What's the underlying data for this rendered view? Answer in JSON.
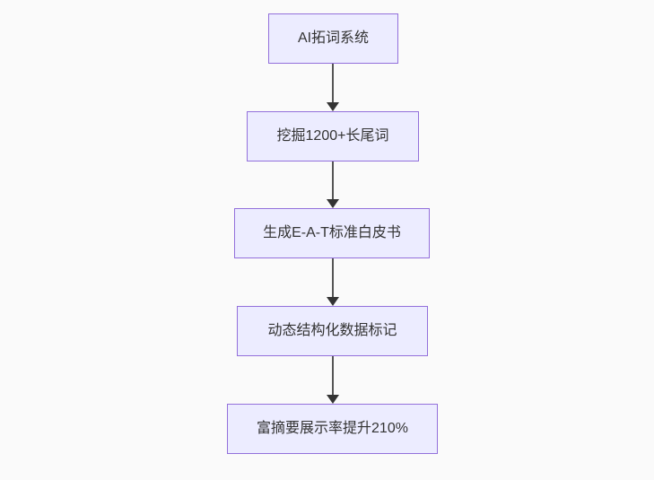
{
  "diagram": {
    "type": "flowchart",
    "direction": "top-down",
    "nodes": [
      {
        "id": "n1",
        "label": "AI拓词系统"
      },
      {
        "id": "n2",
        "label": "挖掘1200+长尾词"
      },
      {
        "id": "n3",
        "label": "生成E-A-T标准白皮书"
      },
      {
        "id": "n4",
        "label": "动态结构化数据标记"
      },
      {
        "id": "n5",
        "label": "富摘要展示率提升210%"
      }
    ],
    "edges": [
      {
        "from": "n1",
        "to": "n2",
        "style": "arrow-down"
      },
      {
        "from": "n2",
        "to": "n3",
        "style": "arrow-down"
      },
      {
        "from": "n3",
        "to": "n4",
        "style": "arrow-down"
      },
      {
        "from": "n4",
        "to": "n5",
        "style": "arrow-down"
      }
    ],
    "colors": {
      "page_bg": "#fafafa",
      "node_fill": "#ECECFF",
      "node_border": "#9370DB",
      "text": "#333333",
      "edge_line": "#555555",
      "edge_head": "#333333"
    }
  }
}
